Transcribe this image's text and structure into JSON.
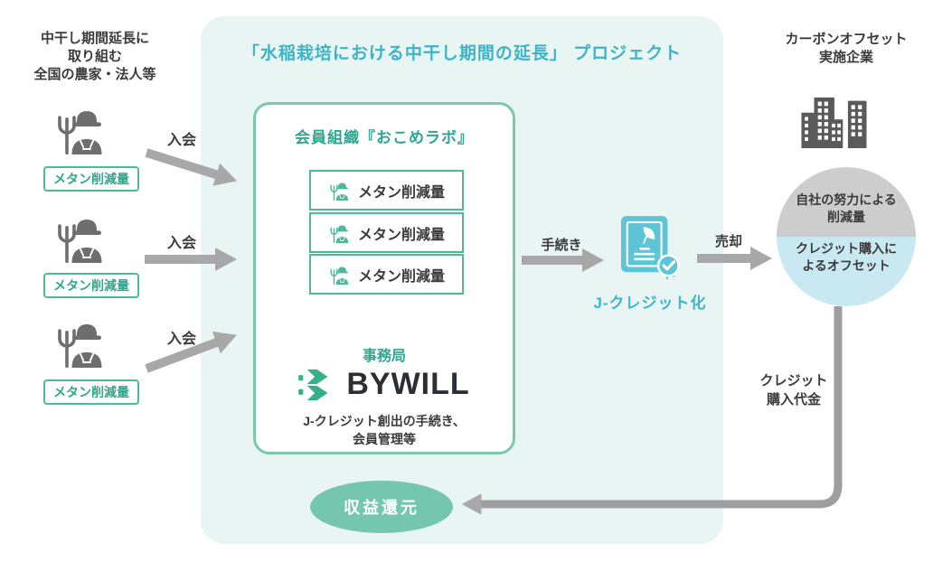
{
  "title": "「水稲栽培における中干し期間の延長」 プロジェクト",
  "left_group": {
    "header": "中干し期間延長に\n取り組む\n全国の農家・法人等",
    "join_label": "入会",
    "farmers": [
      {
        "badge": "メタン削減量"
      },
      {
        "badge": "メタン削減量"
      },
      {
        "badge": "メタン削減量"
      }
    ]
  },
  "member_org": {
    "heading": "会員組織『おこめラボ』",
    "rows": [
      {
        "label": "メタン削減量"
      },
      {
        "label": "メタン削減量"
      },
      {
        "label": "メタン削減量"
      }
    ],
    "secretariat_label": "事務局",
    "logo_text": "BYWILL",
    "description": "J-クレジット創出の手続き、\n会員管理等"
  },
  "credit_flow": {
    "procedure_label": "手続き",
    "credit_label": "J-クレジット化",
    "sell_label": "売却"
  },
  "company": {
    "header": "カーボンオフセット\n実施企業",
    "circle_top": "自社の努力による\n削減量",
    "circle_bottom": "クレジット購入に\nよるオフセット",
    "payment_label": "クレジット\n購入代金"
  },
  "profit_return_label": "収益還元",
  "icons": {
    "farmer": "farmer-icon",
    "buildings": "office-buildings-icon",
    "certificate": "certificate-leaf-check-icon",
    "logo_mark": "bywill-logo-mark"
  },
  "colors": {
    "panel_bg": "#e9f5f2",
    "title_cyan": "#3eb3c6",
    "heading_green": "#2fa690",
    "box_border_green": "#7cc8ad",
    "row_border_green": "#4eb998",
    "badge_text_green": "#2fa88d",
    "cert_cyan": "#5ec5d6",
    "arrow_gray": "#a8a8a8",
    "dark_text": "#3b3b3b",
    "farmer_gray": "#6e6e6e",
    "circle_top_gray": "#cdcdcd",
    "circle_bottom_blue": "#c8e9f1",
    "ellipse_green": "#74c7ac",
    "logo_green": "#36b08a",
    "building_gray": "#5a5a5a"
  }
}
